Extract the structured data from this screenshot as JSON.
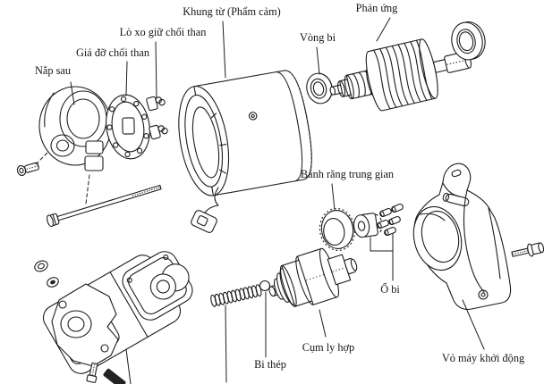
{
  "figure": {
    "kind": "exploded-parts-diagram",
    "background_color": "#ffffff",
    "line_color": "#1c1c1c",
    "labels": {
      "nap_sau": "Nắp sau",
      "gia_do_choi_than": "Giá đỡ chổi than",
      "lo_xo_giu_choi_than": "Lò xo giữ chổi than",
      "khung_tu": "Khung từ (Phẩm cảm)",
      "vong_bi": "Vòng bi",
      "phan_ung": "Phản ứng",
      "banh_rang_trung_gian": "Bánh răng trung gian",
      "o_bi": "Ổ bi",
      "cum_ly_hop": "Cụm ly hợp",
      "bi_thep": "Bi thép",
      "vo_may_khoi_dong": "Vỏ máy khởi động"
    }
  }
}
